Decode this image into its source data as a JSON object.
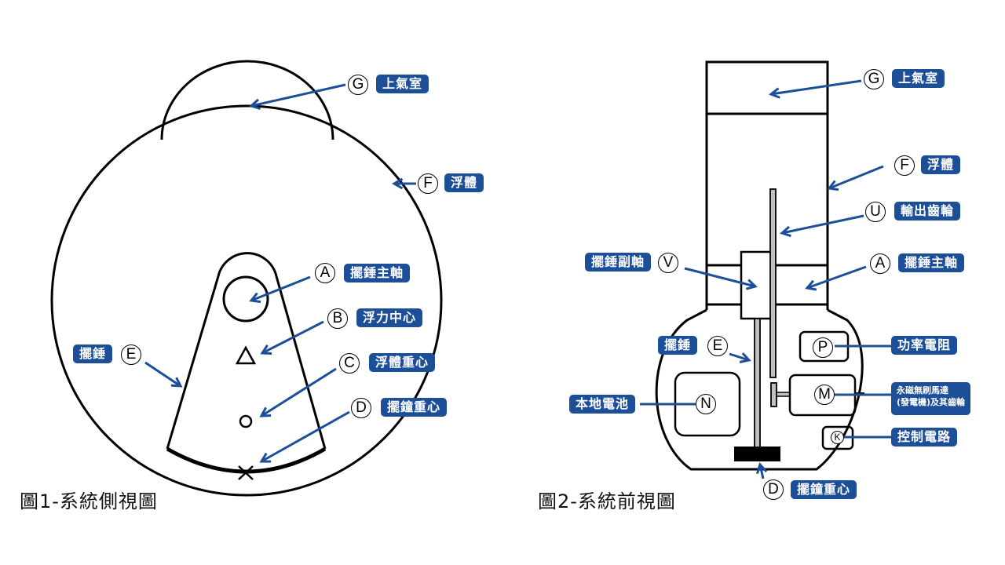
{
  "figure1": {
    "caption": "圖1-系統側視圖",
    "labels": {
      "G": {
        "letter": "G",
        "text": "上氣室"
      },
      "F": {
        "letter": "F",
        "text": "浮體"
      },
      "A": {
        "letter": "A",
        "text": "擺錘主軸"
      },
      "B": {
        "letter": "B",
        "text": "浮力中心"
      },
      "C": {
        "letter": "C",
        "text": "浮體重心"
      },
      "D": {
        "letter": "D",
        "text": "擺鐘重心"
      },
      "E": {
        "letter": "E",
        "text": "擺錘"
      }
    },
    "markers": {
      "buoyancy_center": "triangle",
      "float_gravity_center": "circle",
      "pendulum_gravity_center": "cross"
    }
  },
  "figure2": {
    "caption": "圖2-系統前視圖",
    "labels": {
      "G": {
        "letter": "G",
        "text": "上氣室"
      },
      "F": {
        "letter": "F",
        "text": "浮體"
      },
      "U": {
        "letter": "U",
        "text": "輸出齒輪"
      },
      "A": {
        "letter": "A",
        "text": "擺錘主軸"
      },
      "V": {
        "letter": "V",
        "text": "擺錘副軸"
      },
      "E": {
        "letter": "E",
        "text": "擺錘"
      },
      "P": {
        "letter": "P",
        "text": "功率電阻"
      },
      "M": {
        "letter": "M",
        "text_line1": "永磁無刷馬達",
        "text_line2": "(發電機)及其齒輪"
      },
      "N": {
        "letter": "N",
        "text": "本地電池"
      },
      "K": {
        "letter": "K",
        "text": "控制電路"
      },
      "D": {
        "letter": "D",
        "text": "擺鐘重心"
      }
    }
  },
  "colors": {
    "accent": "#1c4f97",
    "line": "#000000",
    "shaft_fill": "#c0c0c0"
  }
}
